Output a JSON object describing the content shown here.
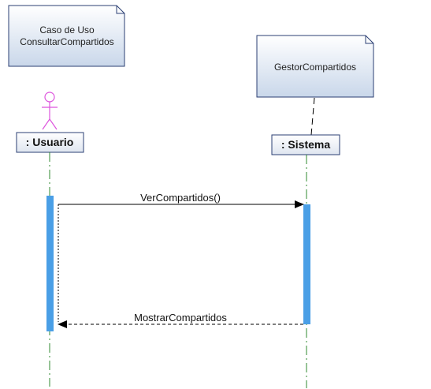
{
  "notes": {
    "use_case": {
      "lines": [
        "Caso de Uso",
        "ConsultarCompartidos"
      ]
    },
    "gestor": {
      "lines": [
        "GestorCompartidos"
      ]
    }
  },
  "lifelines": {
    "usuario": {
      "label": ": Usuario",
      "actor_icon": "stick-figure-actor-icon"
    },
    "sistema": {
      "label": ": Sistema"
    }
  },
  "messages": {
    "call": {
      "label": "VerCompartidos()",
      "style": "solid-sync"
    },
    "reply": {
      "label": "MostrarCompartidos",
      "style": "dashed-return"
    }
  },
  "colors": {
    "note_fill_top": "#ffffff",
    "note_fill_bottom": "#c9d7ea",
    "note_border": "#2b3f73",
    "lifeline_dash": "#2f8a2f",
    "activation": "#4a9fe6",
    "actor_stroke": "#dd55dd",
    "message_line": "#000000"
  }
}
